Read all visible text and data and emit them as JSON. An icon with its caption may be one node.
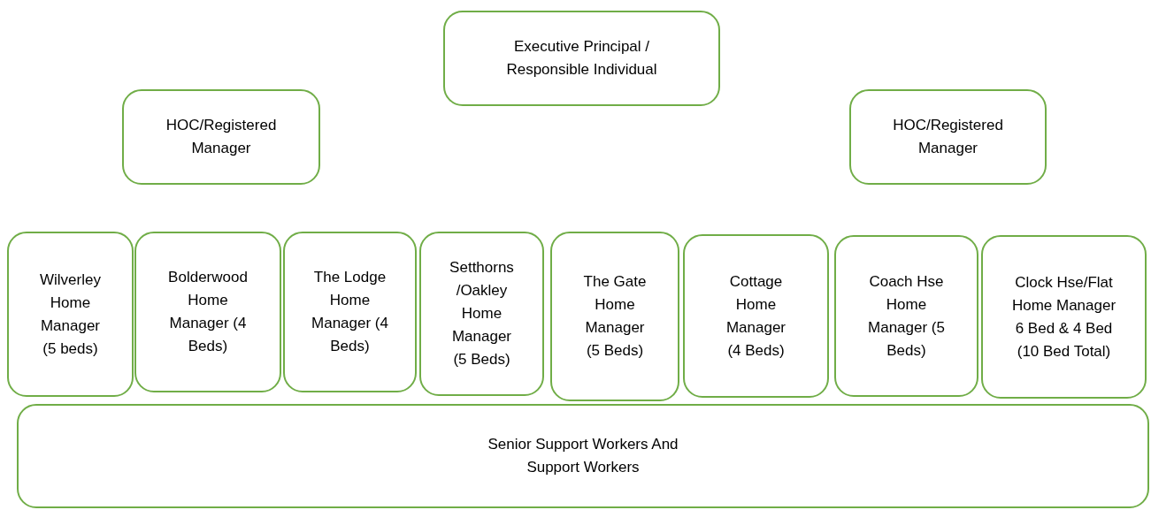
{
  "diagram": {
    "nodes": [
      {
        "text": [
          "Executive Principal / Responsible Individual"
        ]
      },
      {
        "text": [
          "HOC/Registered Manager"
        ]
      },
      {
        "text": [
          "HOC/Registered Manager"
        ]
      },
      {
        "text": [
          "Wilverley Home Manager (5 beds)"
        ]
      },
      {
        "text": [
          "Bolderwood Home Manager (4 Beds)"
        ]
      },
      {
        "text": [
          "The Lodge Home Manager (4 Beds)"
        ]
      },
      {
        "text": [
          "Setthorns /Oakley Home Manager (5 Beds)"
        ]
      },
      {
        "text": [
          "The Gate Home Manager (5 Beds)"
        ]
      },
      {
        "text": [
          "Cottage Home Manager (4 Beds)"
        ]
      },
      {
        "text": [
          "Coach Hse Home Manager (5 Beds)"
        ]
      },
      {
        "text": [
          "Clock Hse/Flat Home Manager 6 Bed & 4 Bed (10 Bed Total)"
        ]
      },
      {
        "text": [
          "Senior Support Workers And Support Workers"
        ]
      }
    ]
  }
}
